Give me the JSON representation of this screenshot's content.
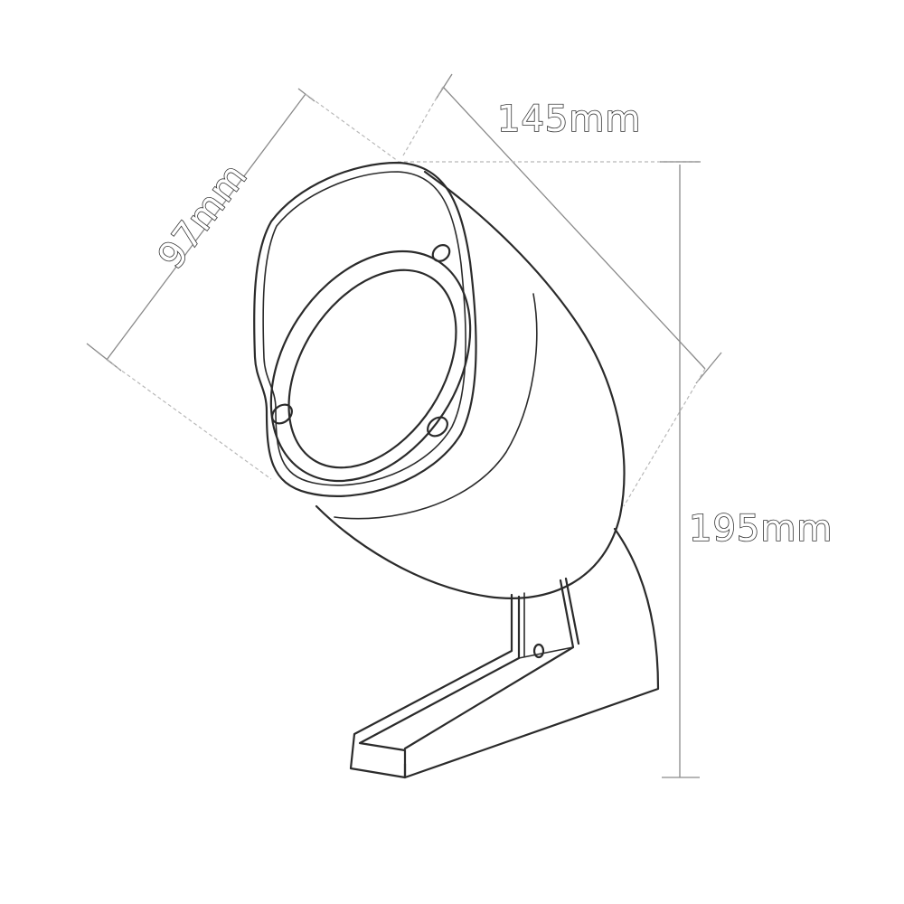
{
  "dimensions": {
    "width_label": "97mm",
    "depth_label": "145mm",
    "height_label": "195mm"
  },
  "colors": {
    "outline": "#2b2b2b",
    "dimension_line": "#8a8a8a",
    "extension_line": "#b8b8b8",
    "background": "#ffffff"
  }
}
